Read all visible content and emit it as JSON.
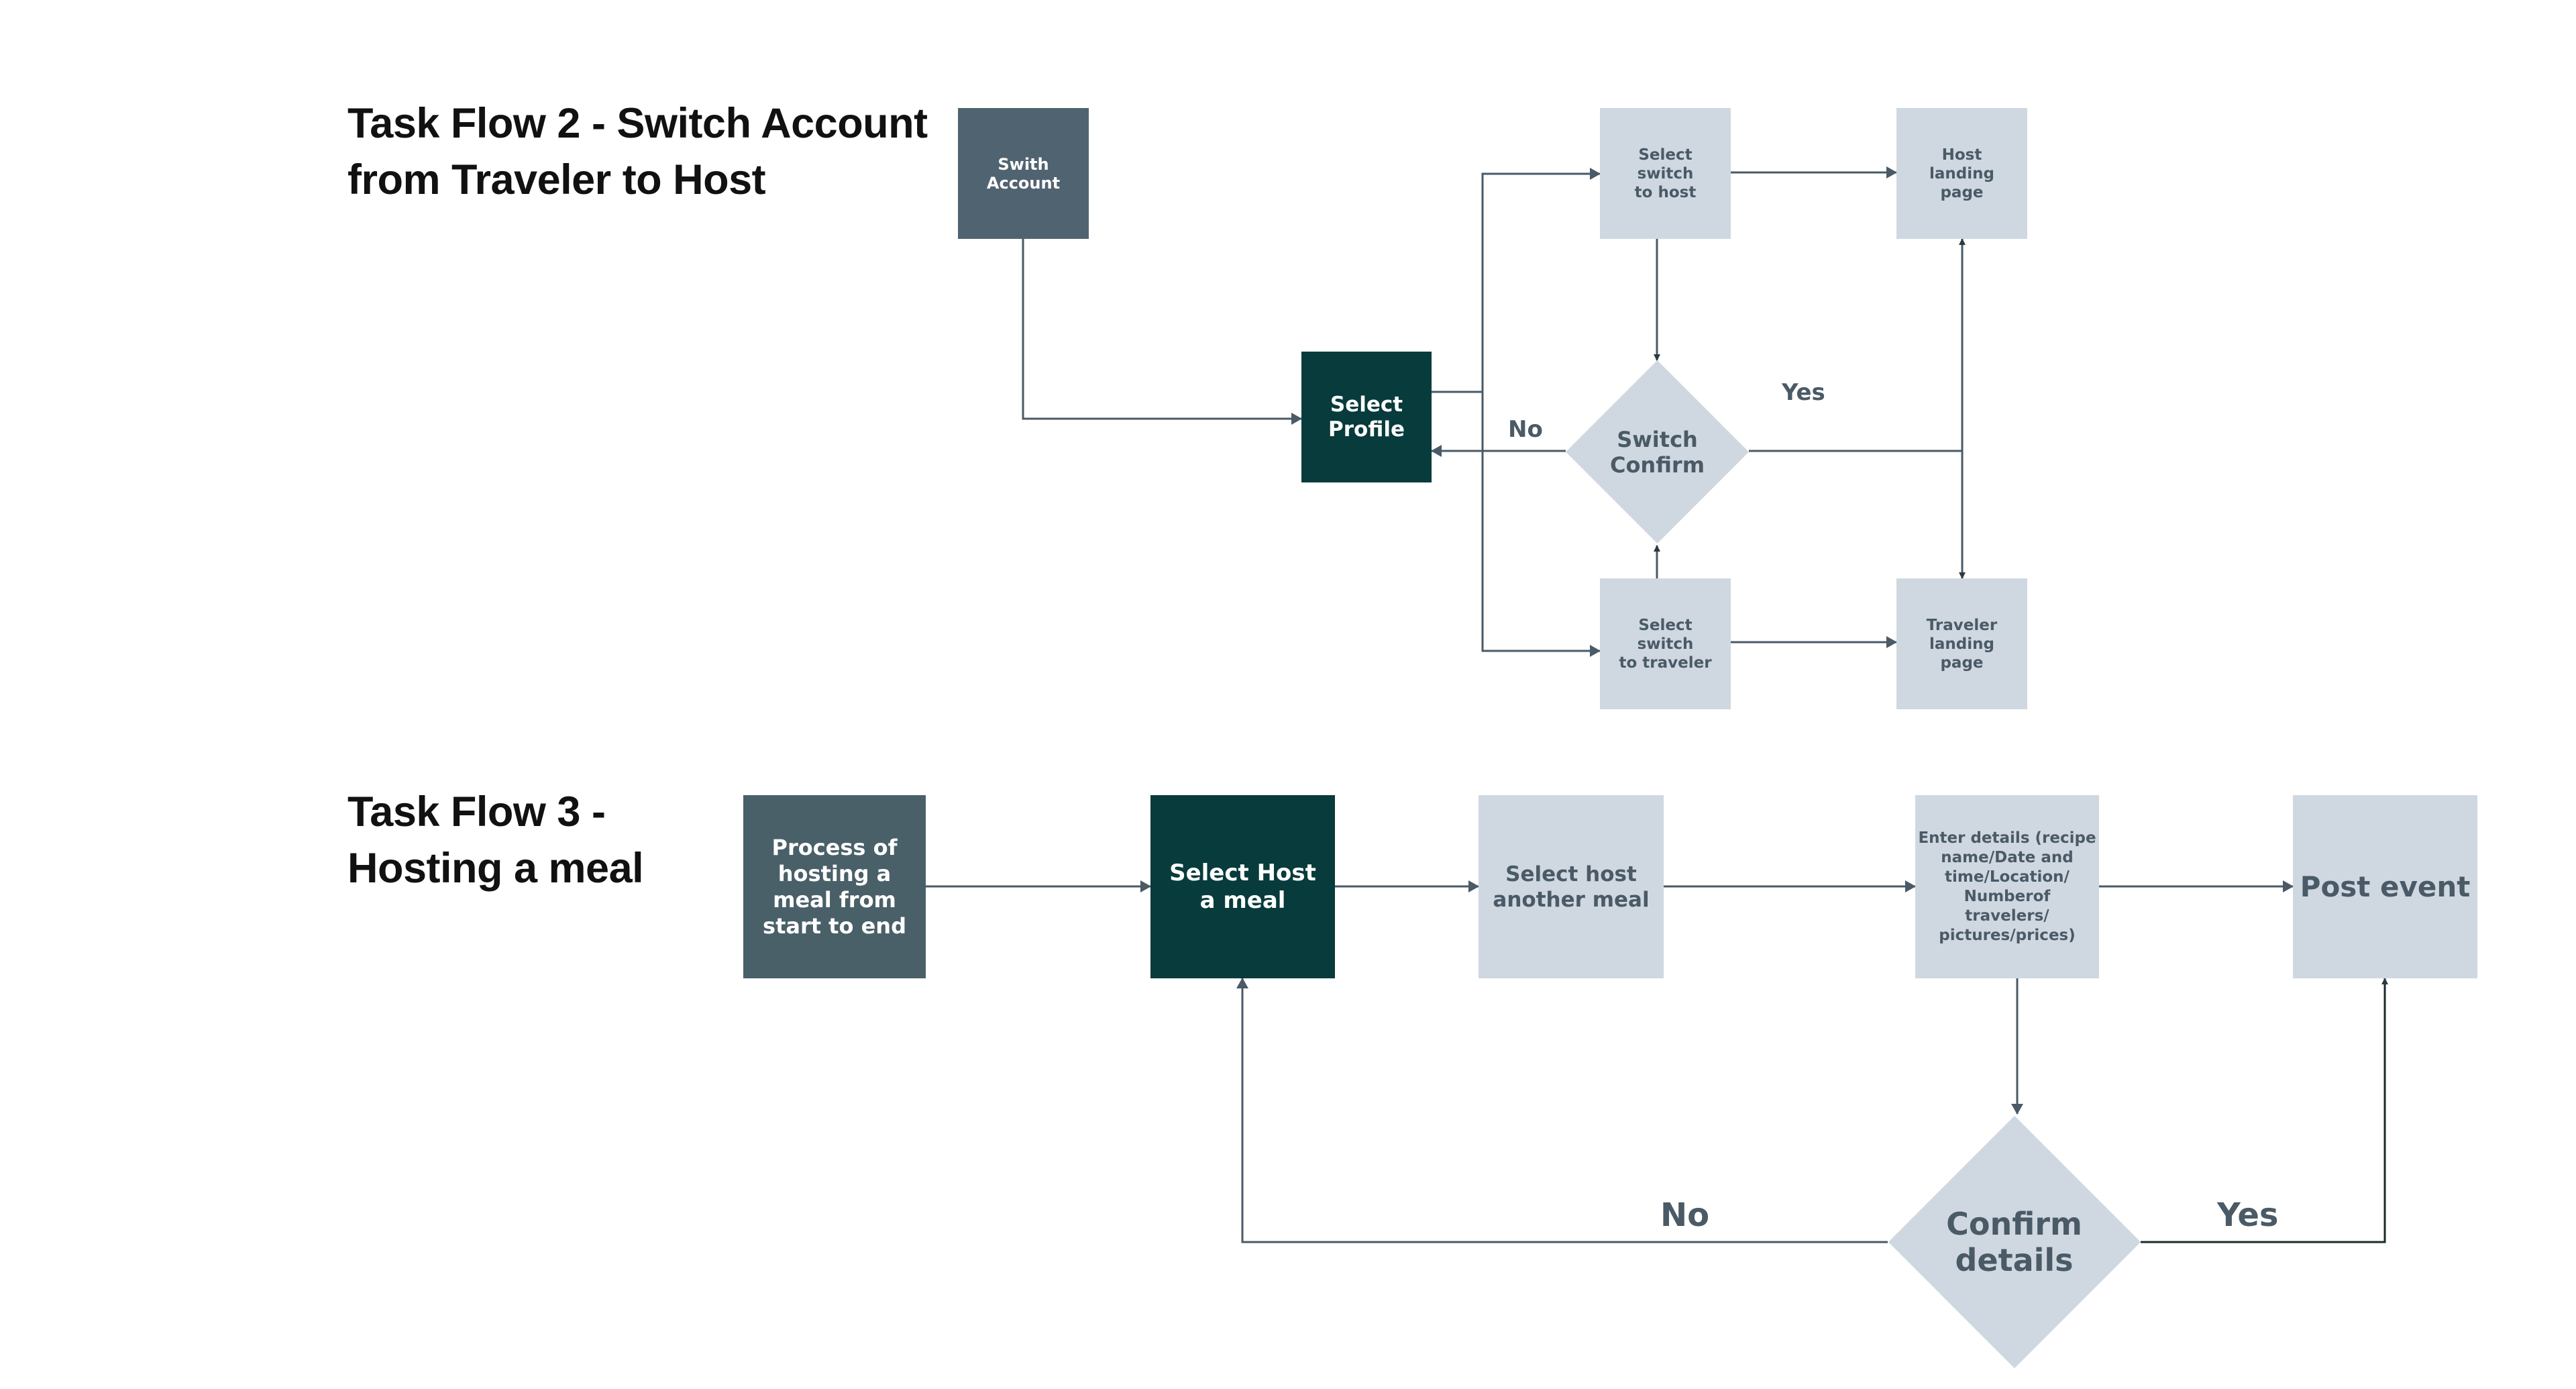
{
  "flow2": {
    "title": "Task Flow  2 - Switch Account\nfrom Traveler to Host",
    "nodes": {
      "swith_account": "Swith\nAccount",
      "select_profile": "Select\nProfile",
      "select_switch_host": "Select\nswitch\nto host",
      "switch_confirm": "Switch\nConfirm",
      "select_switch_traveler": "Select\nswitch\nto traveler",
      "host_landing": "Host\nlanding\npage",
      "traveler_landing": "Traveler\nlanding\npage"
    },
    "labels": {
      "no": "No",
      "yes": "Yes"
    }
  },
  "flow3": {
    "title": "Task Flow 3 -\nHosting a meal",
    "nodes": {
      "process": "Process of\nhosting a\nmeal from\nstart to end",
      "select_host_meal": "Select Host\na meal",
      "select_host_another": "Select host\nanother meal",
      "enter_details": "Enter details (recipe\nname/Date and\ntime/Location/\nNumberof\ntravelers/\npictures/prices)",
      "post_event": "Post event",
      "confirm_details": "Confirm\ndetails"
    },
    "labels": {
      "no": "No",
      "yes": "Yes"
    }
  },
  "colors": {
    "dark_teal": "#083b3b",
    "slate": "#506370",
    "light_gray_blue": "#cfd8e1",
    "text_slate": "#4a5a66",
    "connector": "#4a5a66"
  }
}
